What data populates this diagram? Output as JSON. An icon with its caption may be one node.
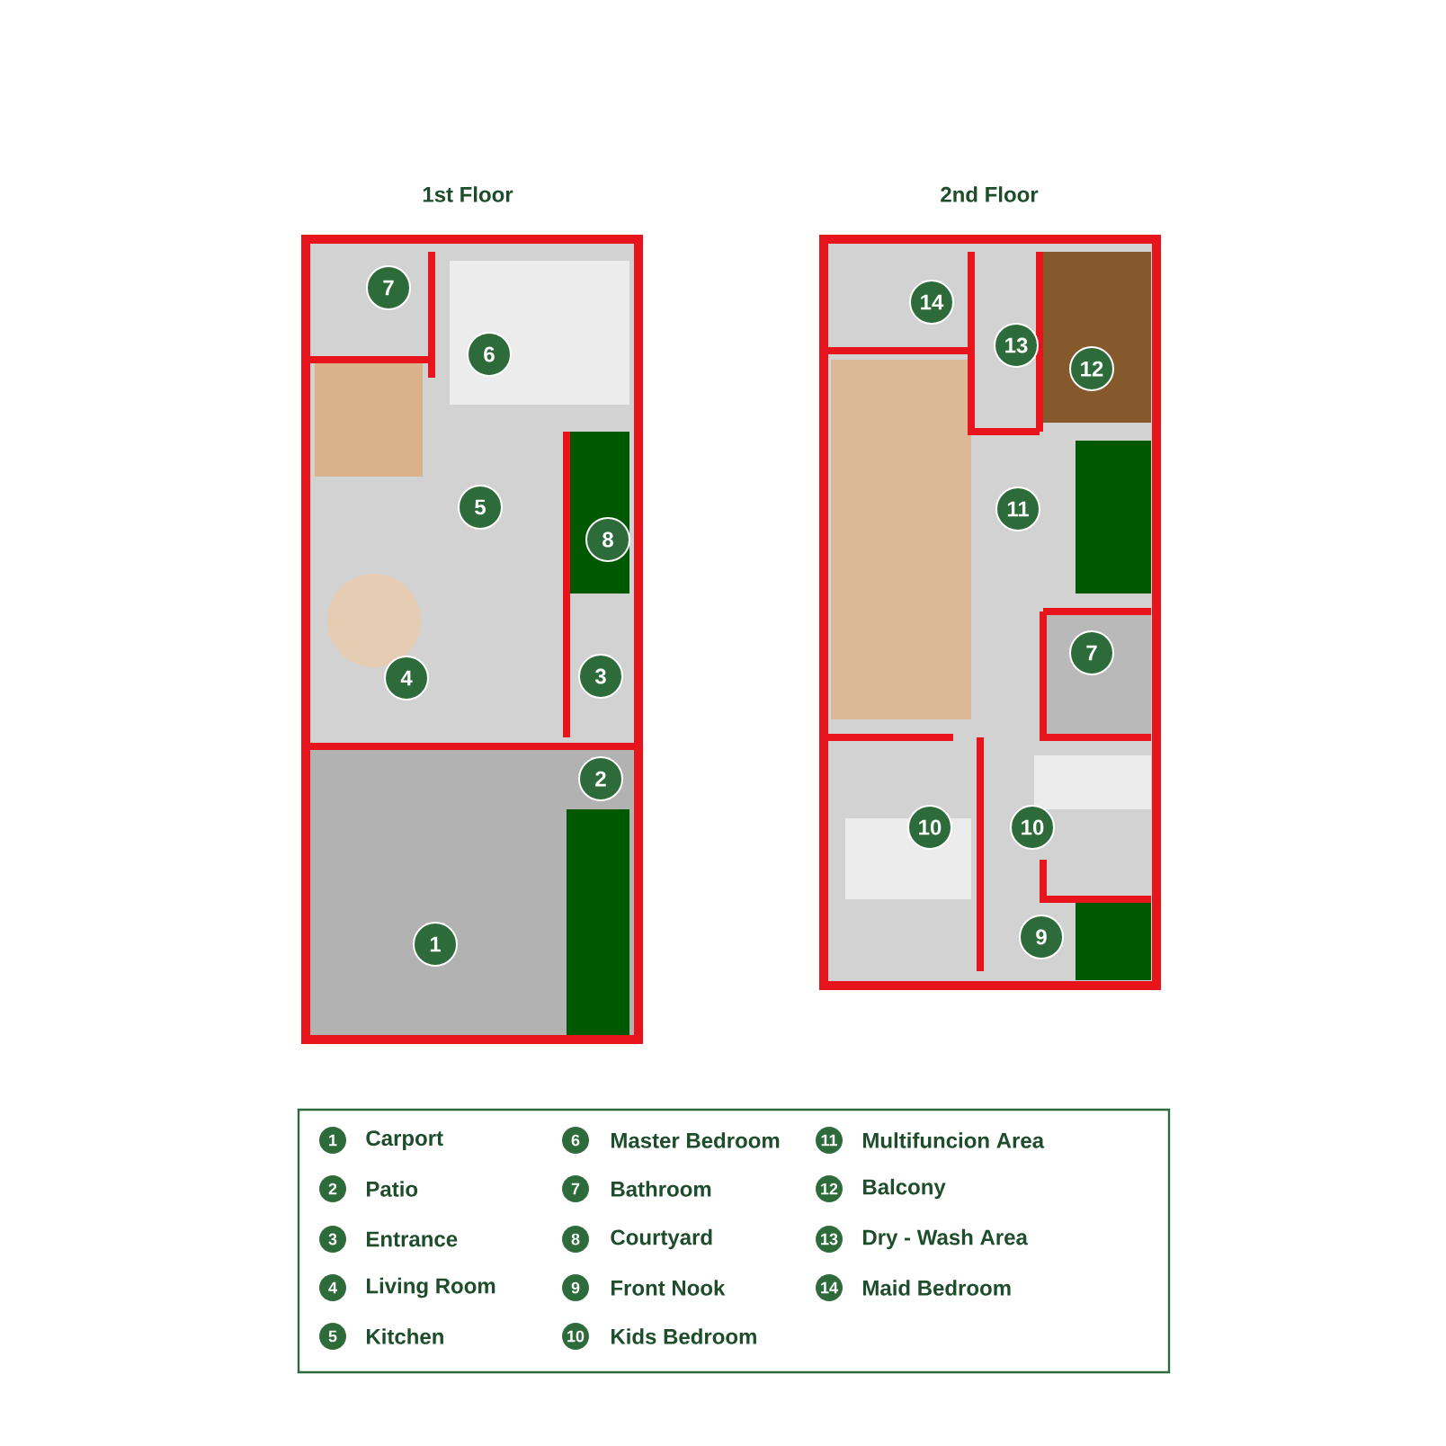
{
  "diagram": {
    "labels": [
      "1st Floor",
      "2nd Floor",
      "7",
      "6",
      "5",
      "8",
      "4",
      "3",
      "2",
      "1",
      "14",
      "13",
      "12",
      "11",
      "7",
      "10",
      "10",
      "9",
      "1",
      "2",
      "3",
      "4",
      "5",
      "6",
      "7",
      "8",
      "9",
      "10",
      "11",
      "12",
      "13",
      "14"
    ],
    "legend": [
      {
        "text": "Carport"
      },
      {
        "text": "Patio"
      },
      {
        "text": "Entrance"
      },
      {
        "text": "Living Room"
      },
      {
        "text": "Kitchen"
      },
      {
        "text": "Master Bedroom"
      },
      {
        "text": "Bathroom"
      },
      {
        "text": "Courtyard"
      },
      {
        "text": "Front Nook"
      },
      {
        "text": "Kids Bedroom"
      },
      {
        "text": "Multifuncion Area"
      },
      {
        "text": "Balcony"
      },
      {
        "text": "Dry - Wash Area"
      },
      {
        "text": "Maid Bedroom"
      }
    ]
  }
}
